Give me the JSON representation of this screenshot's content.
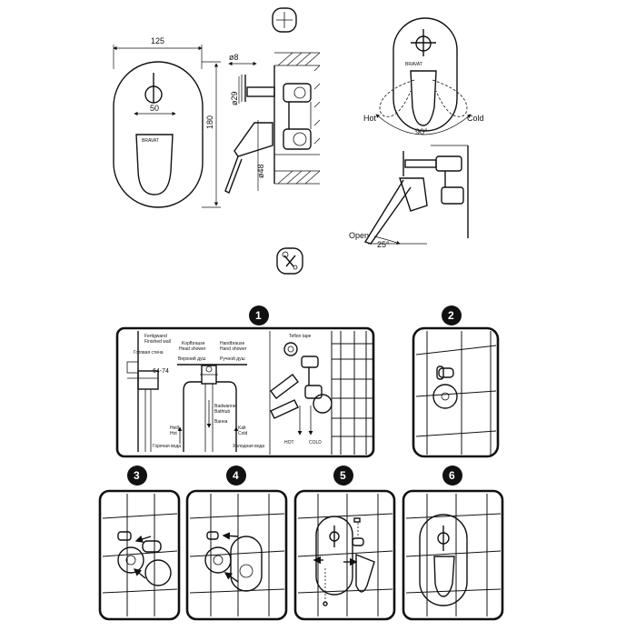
{
  "dimensions": {
    "width_125": "125",
    "height_180": "180",
    "width_50": "50",
    "dia_8": "ø8",
    "dia_29": "ø29",
    "dia_48": "ø48"
  },
  "rotation": {
    "hot": "Hot",
    "cold": "Cold",
    "angle_90": "90°",
    "open": "Open",
    "angle_25": "25°"
  },
  "brand": "BRAVAT",
  "steps": [
    "1",
    "2",
    "3",
    "4",
    "5",
    "6"
  ],
  "panel1": {
    "finished_wall_de": "Fertigwand",
    "finished_wall_en": "Finished wall",
    "finished_wall_ru": "Готовая стена",
    "head_shower_de": "Kopfbrause",
    "head_shower_en": "Head shower",
    "head_shower_ru": "Верхний душ",
    "hand_shower_de": "Handbrause",
    "hand_shower_en": "Hand shower",
    "hand_shower_ru": "Ручной душ",
    "depth": "64-74",
    "bath_de": "Badwanne",
    "bath_en": "Bathtub",
    "bath_ru": "Ванна",
    "hot_de": "Heiß",
    "hot_en": "Hot",
    "hot_ru": "Горячая вода",
    "cold_de": "Kalt",
    "cold_en": "Cold",
    "cold_ru": "Холодная вода",
    "teflon": "Teflon tape",
    "hot_label": "HOT",
    "cold_label": "COLD"
  }
}
